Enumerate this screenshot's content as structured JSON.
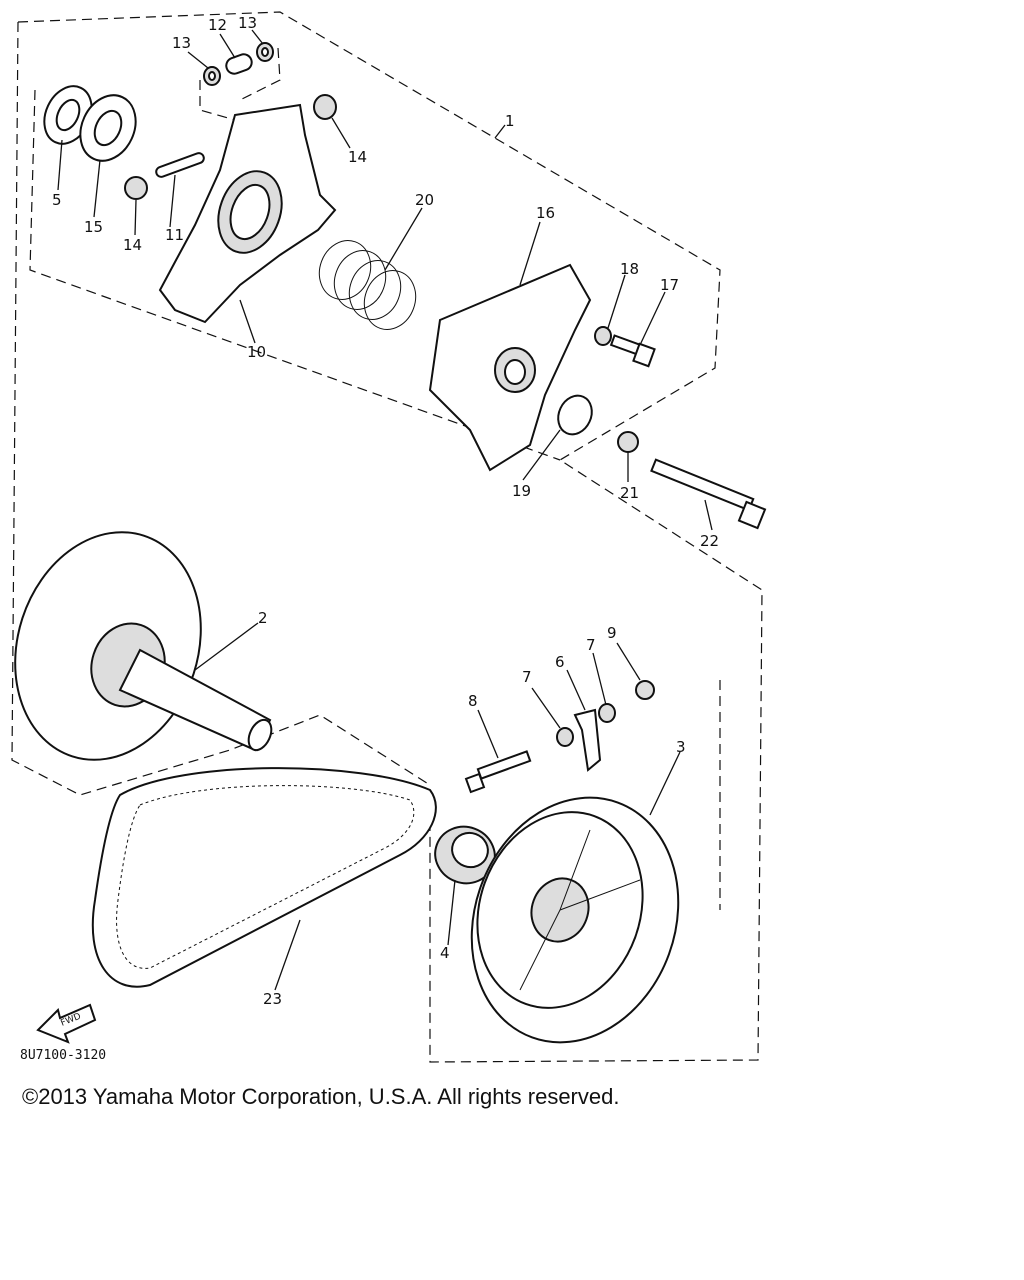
{
  "diagram": {
    "callouts": [
      "1",
      "2",
      "3",
      "4",
      "5",
      "6",
      "7",
      "7",
      "8",
      "9",
      "10",
      "11",
      "12",
      "13",
      "13",
      "14",
      "14",
      "15",
      "16",
      "17",
      "18",
      "19",
      "20",
      "21",
      "22",
      "23"
    ],
    "fwd_label": "FWD",
    "diagram_code": "8U7100-3120"
  },
  "footer": {
    "copyright": "©2013 Yamaha Motor Corporation, U.S.A. All rights reserved."
  }
}
